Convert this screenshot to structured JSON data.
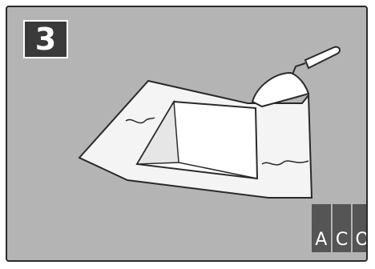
{
  "step": {
    "number": "3"
  },
  "logo": {
    "letters": [
      "A",
      "C",
      "O"
    ]
  },
  "colors": {
    "background": "#b4b4b4",
    "badge": "#3a3a3a",
    "logo": "#555555",
    "panel": "#ffffff",
    "outline": "#2a2a2a"
  },
  "icons": {
    "trowel": "trowel-icon",
    "opening": "square-opening-icon"
  }
}
